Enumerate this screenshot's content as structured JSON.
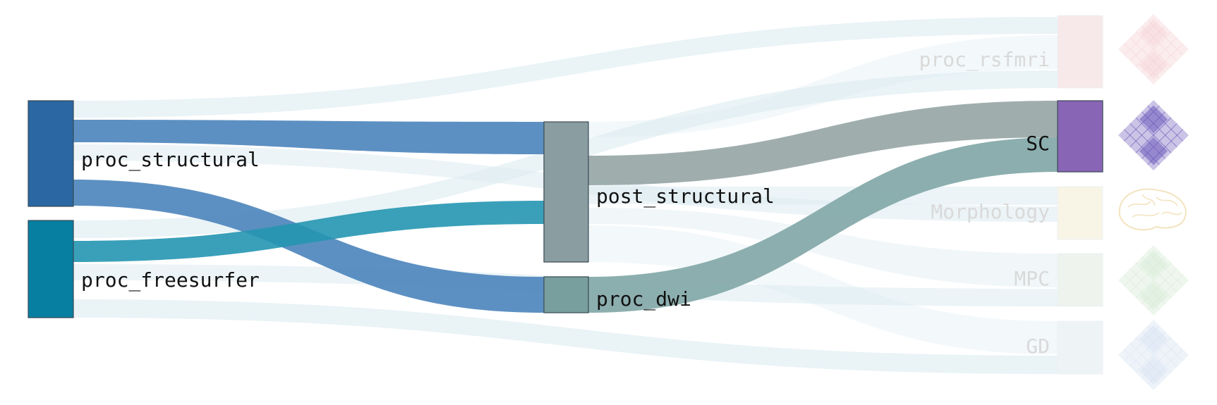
{
  "colors": {
    "proc_structural": "#2a67a3",
    "proc_freesurfer": "#077fa1",
    "post_structural": "#8a9da0",
    "proc_dwi": "#799e9e",
    "SC": "#8965b5",
    "proc_rsfmri": "#f7e9ea",
    "Morphology": "#f8f5e6",
    "MPC": "#eef3ee",
    "GD": "#eef3f6",
    "flow_structural": "#4b84bb",
    "flow_freesurfer": "#2596b1",
    "flow_post_sc": "#9aaaa9",
    "flow_dwi_sc": "#86aaaa",
    "faded_flow": "#dcebf0",
    "faded_label": "#d9d9d9",
    "active_label": "#111111"
  },
  "nodes": [
    {
      "id": "proc_structural",
      "label": "proc_structural",
      "active": true
    },
    {
      "id": "proc_freesurfer",
      "label": "proc_freesurfer",
      "active": true
    },
    {
      "id": "post_structural",
      "label": "post_structural",
      "active": true
    },
    {
      "id": "proc_dwi",
      "label": "proc_dwi",
      "active": true
    },
    {
      "id": "proc_rsfmri",
      "label": "proc_rsfmri",
      "active": false
    },
    {
      "id": "SC",
      "label": "SC",
      "active": true
    },
    {
      "id": "Morphology",
      "label": "Morphology",
      "active": false
    },
    {
      "id": "MPC",
      "label": "MPC",
      "active": false
    },
    {
      "id": "GD",
      "label": "GD",
      "active": false
    }
  ],
  "links": [
    {
      "source": "proc_structural",
      "target": "post_structural",
      "active": true
    },
    {
      "source": "proc_structural",
      "target": "proc_dwi",
      "active": true
    },
    {
      "source": "proc_freesurfer",
      "target": "post_structural",
      "active": true
    },
    {
      "source": "post_structural",
      "target": "SC",
      "active": true
    },
    {
      "source": "proc_dwi",
      "target": "SC",
      "active": true
    },
    {
      "source": "proc_structural",
      "target": "proc_rsfmri",
      "active": false
    },
    {
      "source": "proc_freesurfer",
      "target": "proc_rsfmri",
      "active": false
    },
    {
      "source": "proc_structural",
      "target": "Morphology",
      "active": false
    },
    {
      "source": "proc_freesurfer",
      "target": "MPC",
      "active": false
    },
    {
      "source": "proc_freesurfer",
      "target": "GD",
      "active": false
    },
    {
      "source": "post_structural",
      "target": "proc_rsfmri",
      "active": false
    },
    {
      "source": "post_structural",
      "target": "Morphology",
      "active": false
    },
    {
      "source": "post_structural",
      "target": "MPC",
      "active": false
    },
    {
      "source": "post_structural",
      "target": "GD",
      "active": false
    }
  ],
  "output_icons": [
    {
      "node": "proc_rsfmri",
      "icon": "matrix-diamond-icon",
      "color": "#f3c9cf",
      "active": false
    },
    {
      "node": "SC",
      "icon": "matrix-diamond-icon",
      "color": "#6a55b8",
      "active": true
    },
    {
      "node": "Morphology",
      "icon": "brain-icon",
      "color": "#f0ddb0",
      "active": false
    },
    {
      "node": "MPC",
      "icon": "matrix-diamond-icon",
      "color": "#cfe6cf",
      "active": false
    },
    {
      "node": "GD",
      "icon": "matrix-diamond-icon",
      "color": "#cfdcef",
      "active": false
    }
  ]
}
